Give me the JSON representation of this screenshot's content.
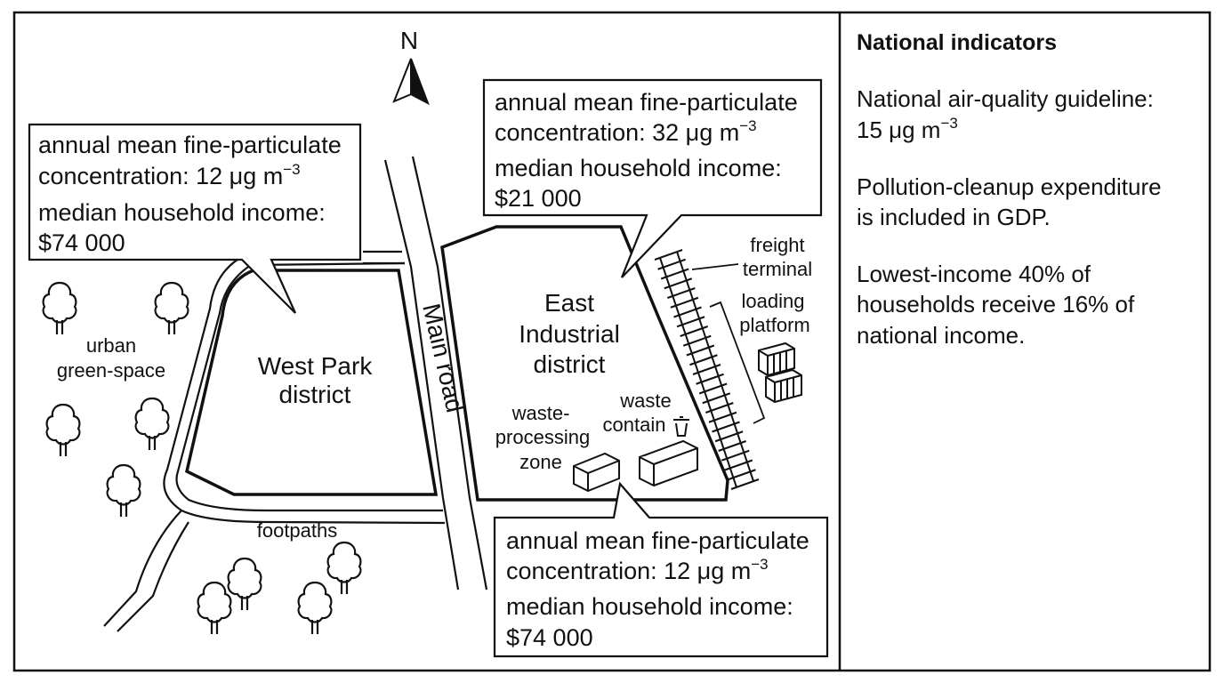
{
  "north_arrow": {
    "label": "N"
  },
  "districts": {
    "west": {
      "name_line1": "West Park",
      "name_line2": "district"
    },
    "east": {
      "name_line1": "East",
      "name_line2": "Industrial",
      "name_line3": "district"
    }
  },
  "road": {
    "label": "Main road"
  },
  "labels": {
    "green_space_line1": "urban",
    "green_space_line2": "green-space",
    "footpaths": "footpaths",
    "freight_line1": "freight",
    "freight_line2": "terminal",
    "loading_line1": "loading",
    "loading_line2": "platform",
    "waste_zone_line1": "waste-",
    "waste_zone_line2": "processing",
    "waste_zone_line3": "zone",
    "waste_contain_line1": "waste",
    "waste_contain_line2": "contain"
  },
  "callouts": {
    "west": {
      "line1": "annual mean fine-particulate",
      "line2_prefix": "concentration: 12 μg m",
      "line2_exp": "−3",
      "line3": "median household income:",
      "line4": "$74 000"
    },
    "east": {
      "line1": "annual mean fine-particulate",
      "line2_prefix": "concentration: 32 μg m",
      "line2_exp": "−3",
      "line3": "median household income:",
      "line4": "$21 000"
    },
    "south": {
      "line1": "annual mean fine-particulate",
      "line2_prefix": "concentration: 12 μg m",
      "line2_exp": "−3",
      "line3": "median household income:",
      "line4": "$74 000"
    }
  },
  "indicators": {
    "title": "National indicators",
    "guideline_line1": "National air-quality guideline:",
    "guideline_line2_prefix": "15 μg m",
    "guideline_line2_exp": "−3",
    "cleanup_line1": "Pollution-cleanup expenditure",
    "cleanup_line2": "is included in GDP.",
    "income_line1": "Lowest-income 40% of",
    "income_line2": "households receive 16% of",
    "income_line3": "national income."
  }
}
